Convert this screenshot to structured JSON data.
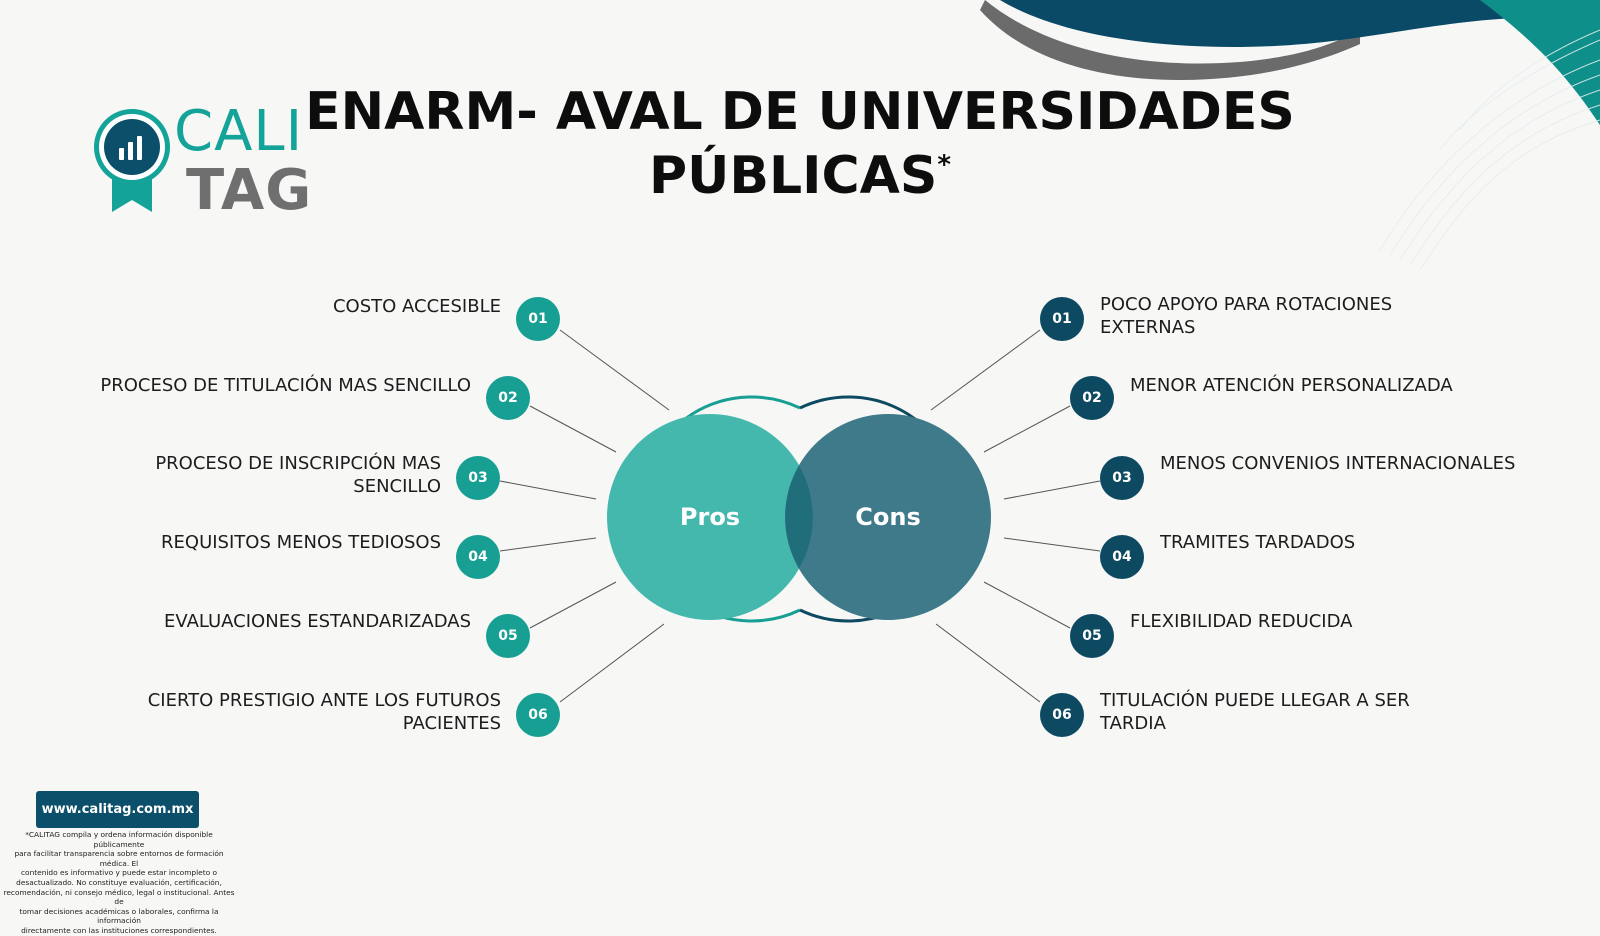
{
  "header": {
    "title_line1": "ENARM- AVAL DE UNIVERSIDADES",
    "title_line2": "PÚBLICAS",
    "title_mark": "*"
  },
  "logo": {
    "line1": "CALI",
    "line2": "TAG"
  },
  "venn": {
    "left_label": "Pros",
    "right_label": "Cons"
  },
  "pros": [
    {
      "num": "01",
      "lines": [
        "COSTO ACCESIBLE"
      ]
    },
    {
      "num": "02",
      "lines": [
        "PROCESO DE TITULACIÓN MAS SENCILLO"
      ]
    },
    {
      "num": "03",
      "lines": [
        "PROCESO DE INSCRIPCIÓN MAS",
        "SENCILLO"
      ]
    },
    {
      "num": "04",
      "lines": [
        "REQUISITOS MENOS TEDIOSOS"
      ]
    },
    {
      "num": "05",
      "lines": [
        "EVALUACIONES ESTANDARIZADAS"
      ]
    },
    {
      "num": "06",
      "lines": [
        "CIERTO PRESTIGIO ANTE LOS FUTUROS",
        "PACIENTES"
      ]
    }
  ],
  "cons": [
    {
      "num": "01",
      "lines": [
        "POCO APOYO PARA ROTACIONES",
        "EXTERNAS"
      ]
    },
    {
      "num": "02",
      "lines": [
        "MENOR ATENCIÓN PERSONALIZADA"
      ]
    },
    {
      "num": "03",
      "lines": [
        "MENOS CONVENIOS INTERNACIONALES"
      ]
    },
    {
      "num": "04",
      "lines": [
        "TRAMITES TARDADOS"
      ]
    },
    {
      "num": "05",
      "lines": [
        "FLEXIBILIDAD REDUCIDA"
      ]
    },
    {
      "num": "06",
      "lines": [
        "TITULACIÓN PUEDE LLEGAR A SER",
        "TARDIA"
      ]
    }
  ],
  "footer": {
    "website": "www.calitag.com.mx",
    "disclaimer_lines": [
      "*CALITAG compila y ordena información disponible públicamente",
      "para facilitar transparencia sobre entornos de formación médica. El",
      "contenido es informativo y puede estar incompleto o",
      "desactualizado. No constituye evaluación, certificación,",
      "recomendación, ni consejo médico, legal o institucional. Antes de",
      "tomar decisiones académicas o laborales, confirma la información",
      "directamente con las instituciones correspondientes."
    ]
  },
  "colors": {
    "pros": "#169f92",
    "pros_circle": "#45b8ad",
    "cons": "#0d4a62",
    "cons_circle": "#3f7a8b",
    "overlap": "#1f6e7a",
    "background": "#f7f7f6"
  }
}
